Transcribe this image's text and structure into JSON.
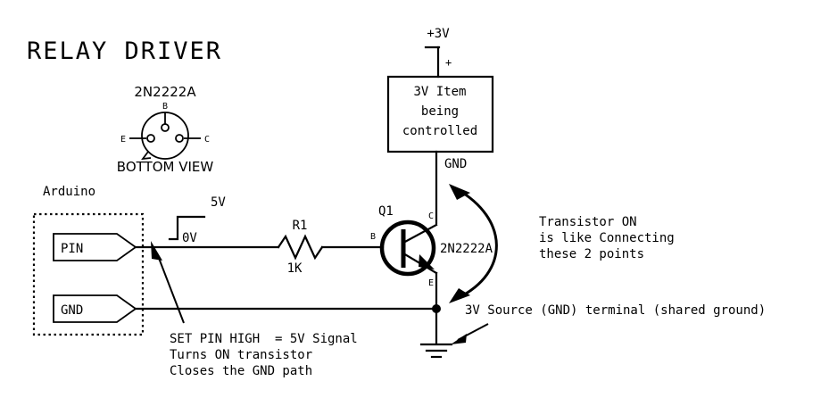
{
  "diagram": {
    "title": "RELAY DRIVER",
    "background_color": "#ffffff",
    "ink_color": "#000000"
  },
  "pinout": {
    "part_number": "2N2222A",
    "view_label": "BOTTOM VIEW",
    "pins": {
      "base": "B",
      "emitter": "E",
      "collector": "C"
    }
  },
  "supply": {
    "rail_label": "+3V",
    "polarity_label": "+",
    "return_label": "GND"
  },
  "load": {
    "line1": "3V Item",
    "line2": "being",
    "line3": "controlled"
  },
  "arduino": {
    "board_label": "Arduino",
    "pins": [
      {
        "label": "PIN"
      },
      {
        "label": "GND"
      }
    ]
  },
  "signal": {
    "high_label": "5V",
    "low_label": "0V"
  },
  "resistor": {
    "designator": "R1",
    "value": "1K"
  },
  "transistor": {
    "designator": "Q1",
    "part_number": "2N2222A",
    "terminal_base": "B",
    "terminal_collector": "C",
    "terminal_emitter": "E"
  },
  "annotations": {
    "transistor_on": {
      "line1": "Transistor ON",
      "line2": "is like Connecting",
      "line3": "these 2 points"
    },
    "pin_high": {
      "line1": "SET PIN HIGH  = 5V Signal",
      "line2": "Turns ON transistor",
      "line3": "Closes the GND path"
    },
    "ground_note": "3V Source (GND) terminal (shared ground)"
  }
}
